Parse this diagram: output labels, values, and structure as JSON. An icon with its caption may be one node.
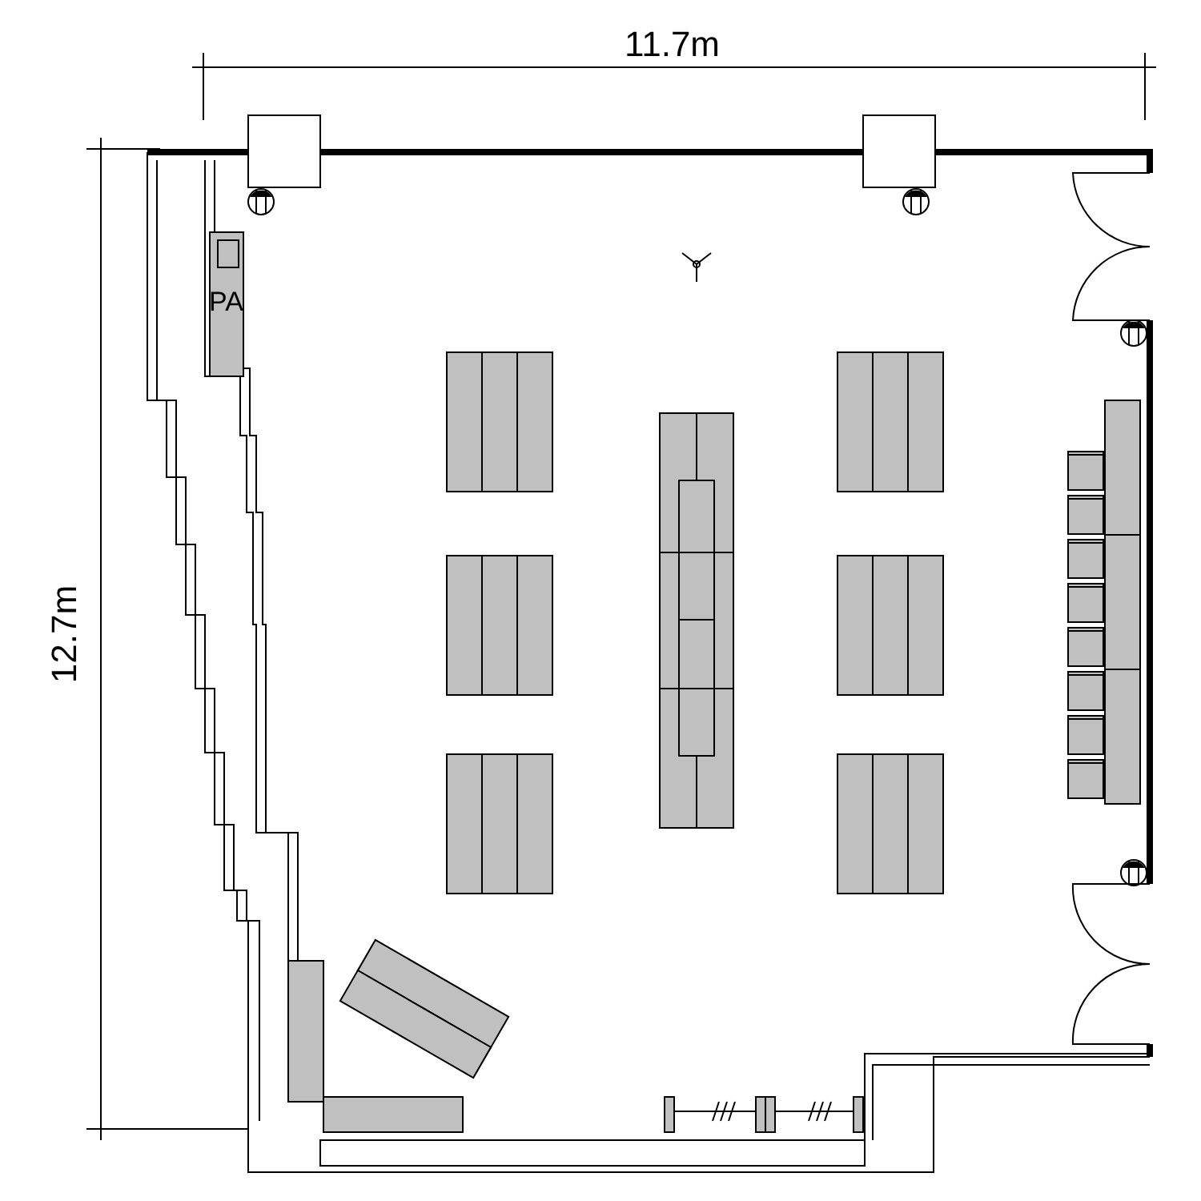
{
  "diagram": {
    "labels": [
      "11.7m",
      "12.7m",
      "PA"
    ]
  }
}
